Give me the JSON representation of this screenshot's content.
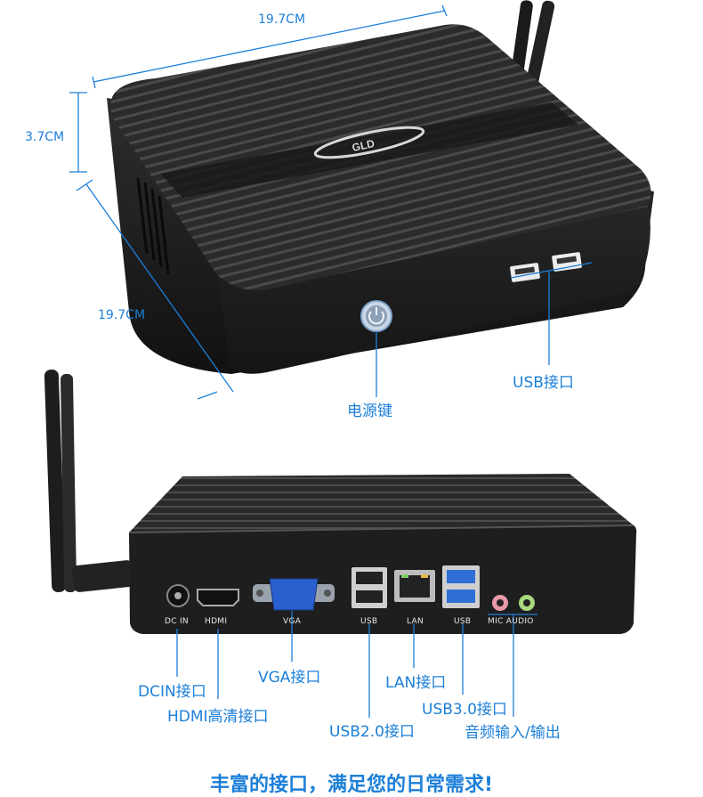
{
  "dimensions": {
    "width": "19.7CM",
    "height": "3.7CM",
    "depth": "19.7CM"
  },
  "callouts": {
    "power_button": "电源键",
    "usb_front": "USB接口",
    "dcin": "DCIN接口",
    "hdmi": "HDMI高清接口",
    "vga": "VGA接口",
    "usb2": "USB2.0接口",
    "lan": "LAN接口",
    "usb3": "USB3.0接口",
    "audio": "音频输入/输出"
  },
  "port_labels": {
    "dcin": "DC IN",
    "hdmi": "HDMI",
    "vga": "VGA",
    "usb_a": "USB",
    "lan": "LAN",
    "usb_b": "USB",
    "mic_audio": "MIC AUDIO"
  },
  "headline": "丰富的接口，满足您的日常需求!",
  "colors": {
    "accent": "#1c7fd8",
    "case": "#2a2a2a",
    "usb3": "#2f6fd6"
  }
}
